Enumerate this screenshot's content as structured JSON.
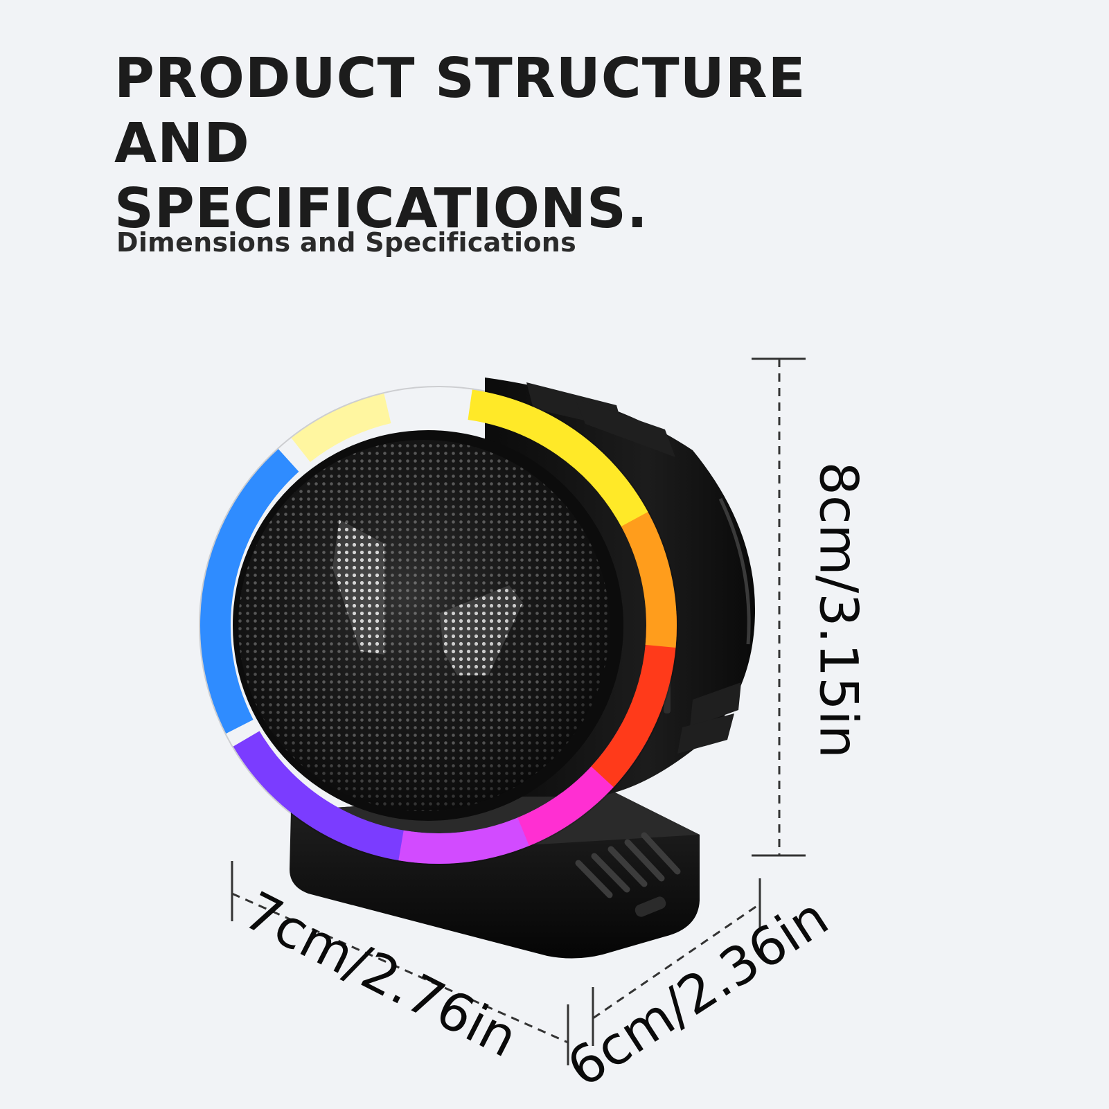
{
  "header": {
    "title_line1": "PRODUCT STRUCTURE AND",
    "title_line2": "SPECIFICATIONS.",
    "subtitle": "Dimensions and Specifications"
  },
  "dimensions": {
    "height": "8cm/3.15in",
    "width": "7cm/2.76in",
    "depth": "6cm/2.36in"
  },
  "colors": {
    "background": "#f1f3f6",
    "text": "#1c1c1c",
    "body": "#111111",
    "ring_colors": [
      "#2f8cff",
      "#7b3cff",
      "#ff2fd2",
      "#ff3a1a",
      "#ff9d1c",
      "#ffe928",
      "#fff6a0"
    ]
  },
  "icons": {
    "product": "rgb-ring-speaker-image"
  }
}
